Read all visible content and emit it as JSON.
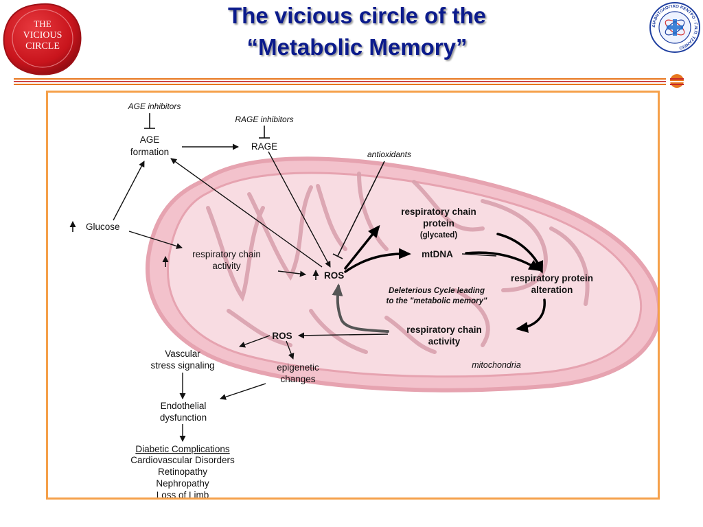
{
  "slide": {
    "title_line1": "The vicious circle of the",
    "title_line2": "“Metabolic Memory”"
  },
  "seal_logo": {
    "line1": "THE",
    "line2": "VICIOUS",
    "line3": "CIRCLE"
  },
  "clinic_logo": {
    "arc_text": "ΔΙΑΒΗΤΟΛΟΓΙΚΟ ΚΕΝΤΡΟ · Γ.Ν.Π. ΤΖΑΝΕΙΟ"
  },
  "colors": {
    "title": "#0b1b8c",
    "frame_border": "#f5a04a",
    "rule_orange": "#e8771e",
    "rule_red": "#c62828",
    "seal_red": "#c8141c",
    "mitochondria_fill": "#f3c2cc"
  },
  "diagram": {
    "age_inhibitors": "AGE inhibitors",
    "age_formation_1": "AGE",
    "age_formation_2": "formation",
    "rage_inhibitors": "RAGE inhibitors",
    "rage": "RAGE",
    "antioxidants": "antioxidants",
    "glucose": "Glucose",
    "resp_chain_activity_1": "respiratory chain",
    "resp_chain_activity_2": "activity",
    "ros_inner": "ROS",
    "resp_chain_protein_1": "respiratory chain",
    "resp_chain_protein_2": "protein",
    "resp_chain_protein_3": "(glycated)",
    "mtdna": "mtDNA",
    "resp_protein_alt_1": "respiratory protein",
    "resp_protein_alt_2": "alteration",
    "deleterious_1": "Deleterious Cycle leading",
    "deleterious_2": "to the \"metabolic memory\"",
    "resp_chain_activity_inner_1": "respiratory chain",
    "resp_chain_activity_inner_2": "activity",
    "ros_outer": "ROS",
    "mitochondria": "mitochondria",
    "vascular_1": "Vascular",
    "vascular_2": "stress signaling",
    "epigenetic_1": "epigenetic",
    "epigenetic_2": "changes",
    "endothelial_1": "Endothelial",
    "endothelial_2": "dysfunction",
    "complications_title": "Diabetic Complications",
    "complications": [
      "Cardiovascular Disorders",
      "Retinopathy",
      "Nephropathy",
      "Loss of Limb"
    ]
  }
}
